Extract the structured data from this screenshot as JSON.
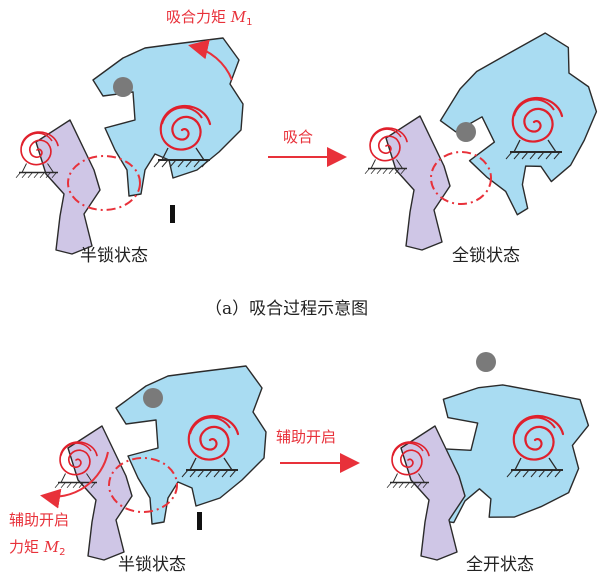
{
  "colors": {
    "latch": "#a9dcf2",
    "pawl": "#cfc6e6",
    "outline": "#2b2b2b",
    "spring": "#e0202c",
    "accent": "#e8313a",
    "ball": "#7a7a7a"
  },
  "labels": {
    "moment_m1": "吸合力矩",
    "m1_symbol": "M",
    "m1_sub": "1",
    "arrow_close": "吸合",
    "half_lock_top": "半锁状态",
    "full_lock": "全锁状态",
    "caption_a": "（a）吸合过程示意图",
    "arrow_open": "辅助开启",
    "moment_m2_line1": "辅助开启",
    "moment_m2_line2": "力矩",
    "m2_symbol": "M",
    "m2_sub": "2",
    "half_lock_bottom": "半锁状态",
    "full_open": "全开状态"
  }
}
